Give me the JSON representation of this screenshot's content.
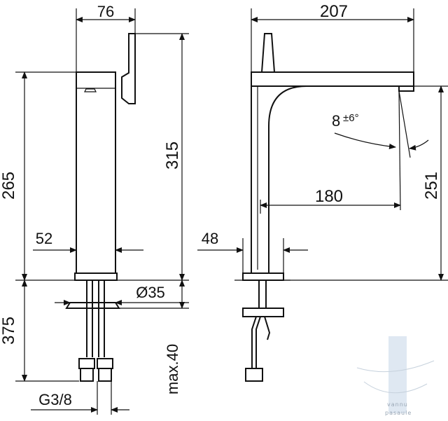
{
  "dimensions": {
    "top_width_front": "76",
    "total_height": "315",
    "body_height": "265",
    "body_width": "52",
    "base_diameter": "Ø35",
    "hose_length": "375",
    "counter_thickness": "max.40",
    "connection_thread": "G3/8",
    "top_width_side": "207",
    "spout_reach": "180",
    "spout_height": "251",
    "base_width_side": "48",
    "spout_angle_value": "8",
    "spout_angle_tol": "±6°"
  },
  "watermark": {
    "lines": [
      "vannu",
      "pasaule"
    ]
  },
  "colors": {
    "line": "#111111",
    "watermark": "#9aa7b5"
  }
}
